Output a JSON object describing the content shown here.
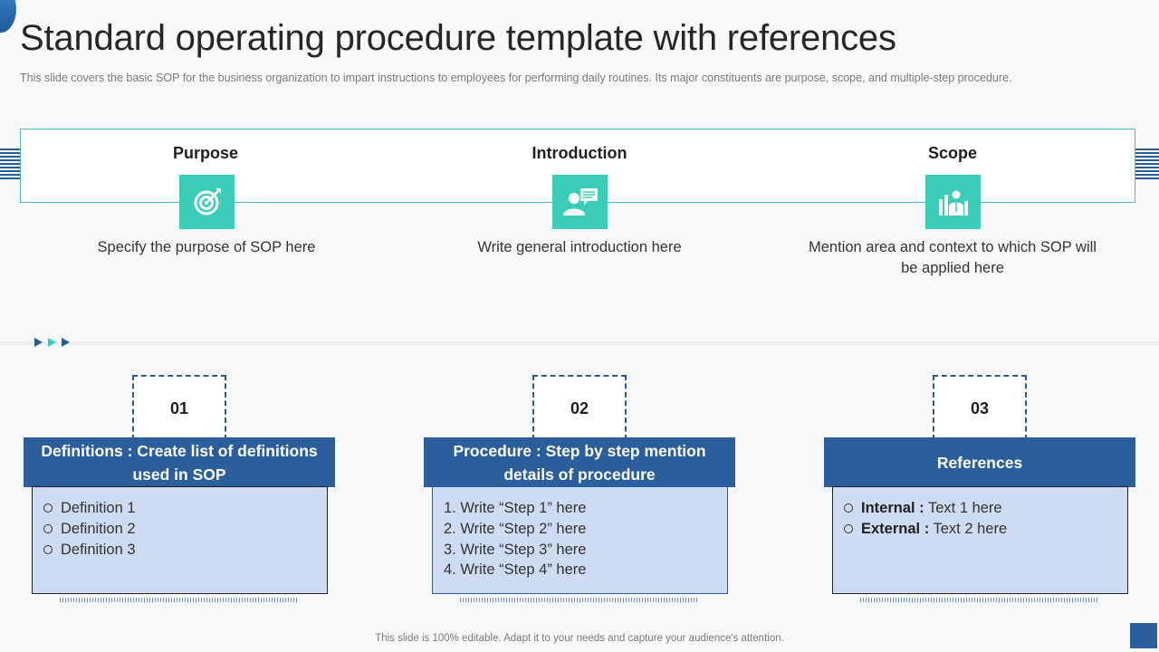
{
  "title": "Standard operating procedure template with references",
  "subtitle": "This slide covers the basic SOP for the business organization to impart instructions to employees for performing daily routines. Its major constituents are purpose, scope, and multiple-step procedure.",
  "top_columns": [
    {
      "heading": "Purpose",
      "icon": "target-icon",
      "text": "Specify the purpose of SOP here"
    },
    {
      "heading": "Introduction",
      "icon": "user-chat-icon",
      "text": "Write general introduction here"
    },
    {
      "heading": "Scope",
      "icon": "team-chart-icon",
      "text": "Mention area and context to which SOP will be applied here"
    }
  ],
  "cards": [
    {
      "number": "01",
      "header": "Definitions  : Create list of definitions  used in SOP",
      "items": [
        "Definition 1",
        "Definition 2",
        "Definition 3"
      ]
    },
    {
      "number": "02",
      "header": "Procedure  : Step by step mention details of procedure",
      "items": [
        "1. Write “Step 1” here",
        "2. Write “Step 2” here",
        "3. Write “Step 3” here",
        "4. Write “Step 4” here"
      ]
    },
    {
      "number": "03",
      "header": "References",
      "items": [
        {
          "label": "Internal :",
          "value": " Text  1 here"
        },
        {
          "label": "External :",
          "value": " Text  2 here"
        }
      ]
    }
  ],
  "footer": "This slide is 100% editable. Adapt it to your needs and capture your audience's  attention.",
  "colors": {
    "accent_teal": "#3ccdb8",
    "accent_blue": "#2b5e9b",
    "card_fill": "#cddcf2"
  }
}
